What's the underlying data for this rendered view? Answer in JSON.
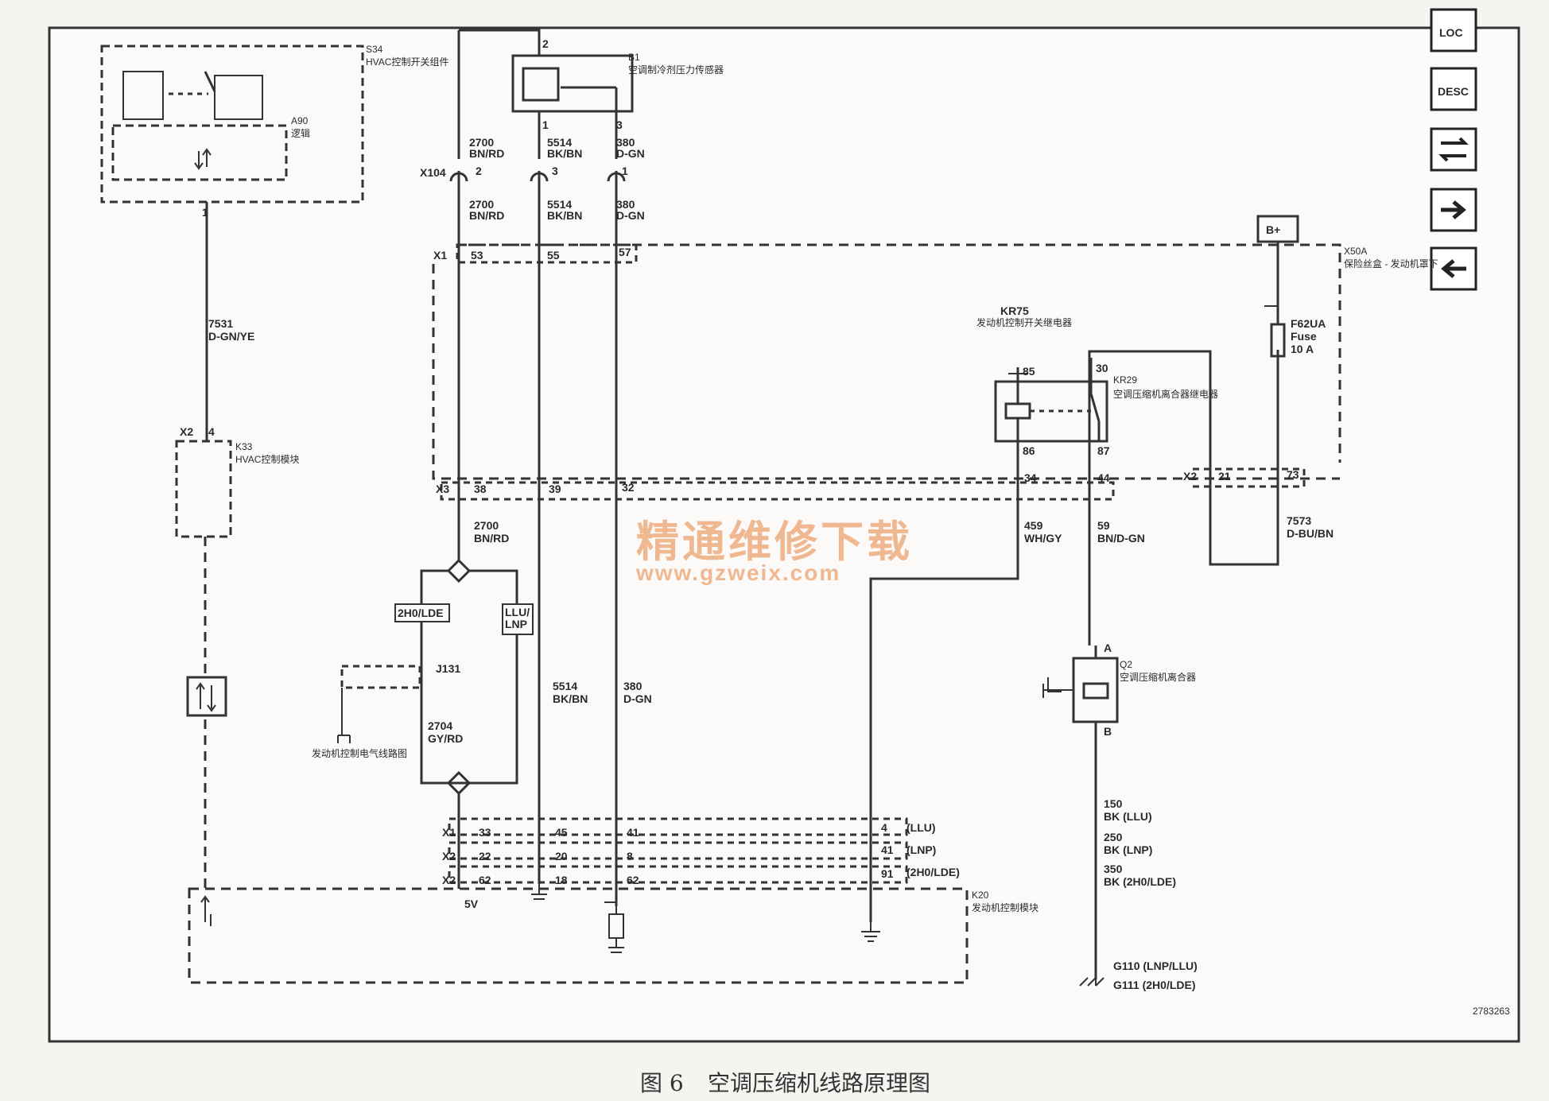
{
  "caption": {
    "fig": "图 6",
    "title": "空调压缩机线路原理图"
  },
  "doc_number": "2783263",
  "watermark": {
    "cn": "精通维修下载",
    "url": "www.gzweix.com"
  },
  "nav": {
    "loc": "LOC",
    "desc": "DESC"
  },
  "components": {
    "s34": {
      "id": "S34",
      "name": "HVAC控制开关组件"
    },
    "a90": {
      "id": "A90",
      "name": "逻辑"
    },
    "b1": {
      "id": "B1",
      "name": "空调制冷剂压力传感器"
    },
    "k33": {
      "id": "K33",
      "name": "HVAC控制模块"
    },
    "x50a": {
      "id": "X50A",
      "name": "保险丝盒 - 发动机罩下"
    },
    "kr75": {
      "id": "KR75",
      "name": "发动机控制开关继电器"
    },
    "kr29": {
      "id": "KR29",
      "name": "空调压缩机离合器继电器"
    },
    "f62ua": {
      "id": "F62UA",
      "type": "Fuse",
      "rating": "10 A"
    },
    "q2": {
      "id": "Q2",
      "name": "空调压缩机离合器"
    },
    "k20": {
      "id": "K20",
      "name": "发动机控制模块"
    },
    "j131": {
      "id": "J131"
    },
    "ecm_ref": {
      "name": "发动机控制电气线路图"
    },
    "batt": "B+"
  },
  "connectors": {
    "x104": "X104",
    "x1": "X1",
    "x2": "X2",
    "x3": "X3"
  },
  "variants": {
    "v1": "2H0/LDE",
    "v2": "LLU/",
    "v2b": "LNP",
    "llu": "(LLU)",
    "lnp": "(LNP)",
    "h0": "(2H0/LDE)"
  },
  "wires": {
    "w7531": {
      "num": "7531",
      "color": "D-GN/YE"
    },
    "w2700": {
      "num": "2700",
      "color": "BN/RD"
    },
    "w5514": {
      "num": "5514",
      "color": "BK/BN"
    },
    "w380": {
      "num": "380",
      "color": "D-GN"
    },
    "w2704": {
      "num": "2704",
      "color": "GY/RD"
    },
    "w459": {
      "num": "459",
      "color": "WH/GY"
    },
    "w59": {
      "num": "59",
      "color": "BN/D-GN"
    },
    "w7573": {
      "num": "7573",
      "color": "D-BU/BN"
    },
    "w150": {
      "num": "150",
      "color": "BK (LLU)"
    },
    "w250": {
      "num": "250",
      "color": "BK (LNP)"
    },
    "w350": {
      "num": "350",
      "color": "BK (2H0/LDE)"
    }
  },
  "pins": {
    "p1": "1",
    "p2": "2",
    "p3": "3",
    "p4": "4",
    "p8": "8",
    "p18": "18",
    "p20": "20",
    "p21": "21",
    "p22": "22",
    "p30": "30",
    "p32": "32",
    "p33": "33",
    "p34": "34",
    "p38": "38",
    "p39": "39",
    "p41": "41",
    "p44": "44",
    "p45": "45",
    "p53": "53",
    "p55": "55",
    "p57": "57",
    "p62": "62",
    "p73": "73",
    "p85": "85",
    "p86": "86",
    "p87": "87",
    "p91": "91",
    "pA": "A",
    "pB": "B",
    "five_v": "5V"
  },
  "grounds": {
    "g110": "G110 (LNP/LLU)",
    "g111": "G111 (2H0/LDE)"
  }
}
